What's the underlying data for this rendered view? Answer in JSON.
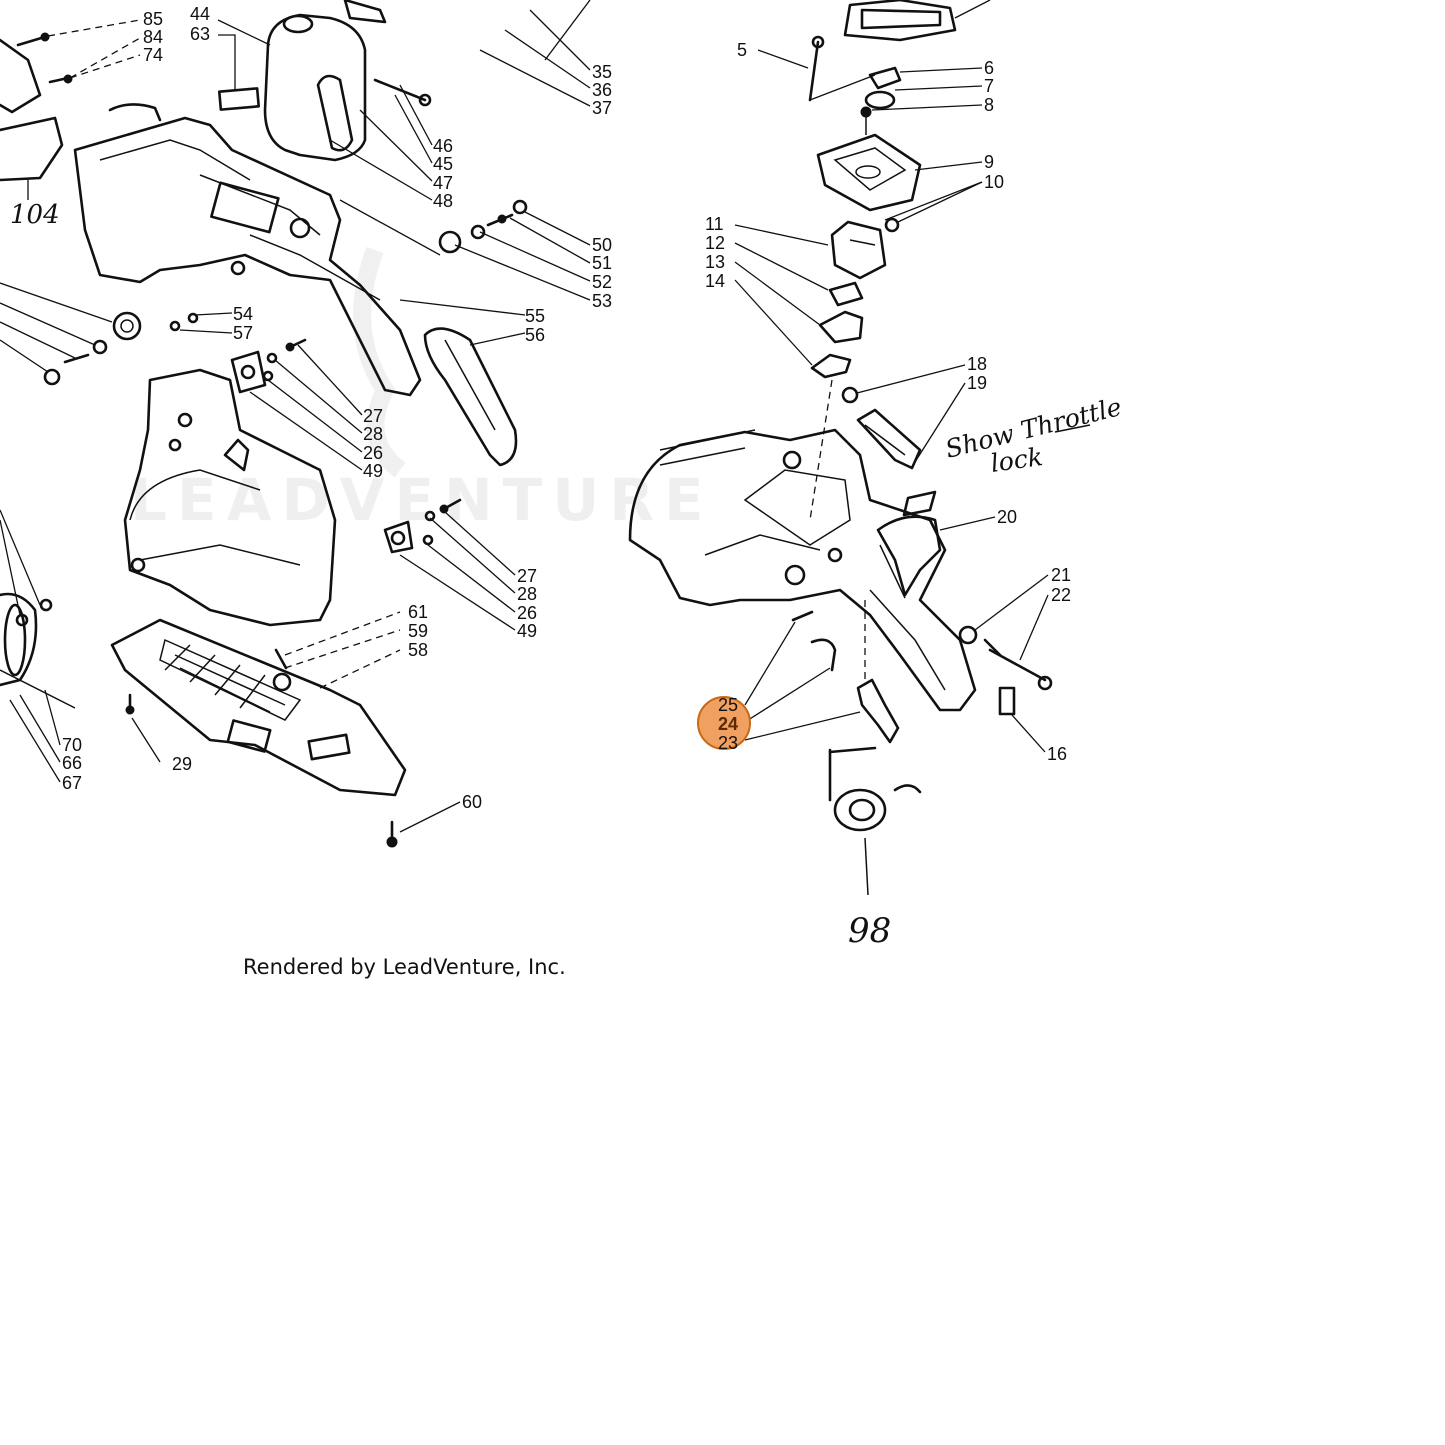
{
  "diagram": {
    "callouts": [
      "85",
      "84",
      "74",
      "44",
      "63",
      "35",
      "36",
      "37",
      "5",
      "6",
      "7",
      "8",
      "9",
      "10",
      "11",
      "12",
      "13",
      "14",
      "46",
      "45",
      "47",
      "48",
      "50",
      "51",
      "52",
      "53",
      "55",
      "56",
      "54",
      "57",
      "27",
      "28",
      "26",
      "49",
      "27",
      "28",
      "26",
      "49",
      "61",
      "59",
      "58",
      "29",
      "60",
      "70",
      "66",
      "67",
      "18",
      "19",
      "20",
      "21",
      "22",
      "16",
      "25",
      "24",
      "23"
    ],
    "handwritten": {
      "left_number": "104",
      "bottom_number": "98",
      "note_line1": "Show Throttle",
      "note_line2": "lock"
    },
    "watermark": "LEADVENTURE",
    "credit": "Rendered by LeadVenture, Inc.",
    "highlight": {
      "label": "24",
      "color": "#f0a060"
    }
  }
}
